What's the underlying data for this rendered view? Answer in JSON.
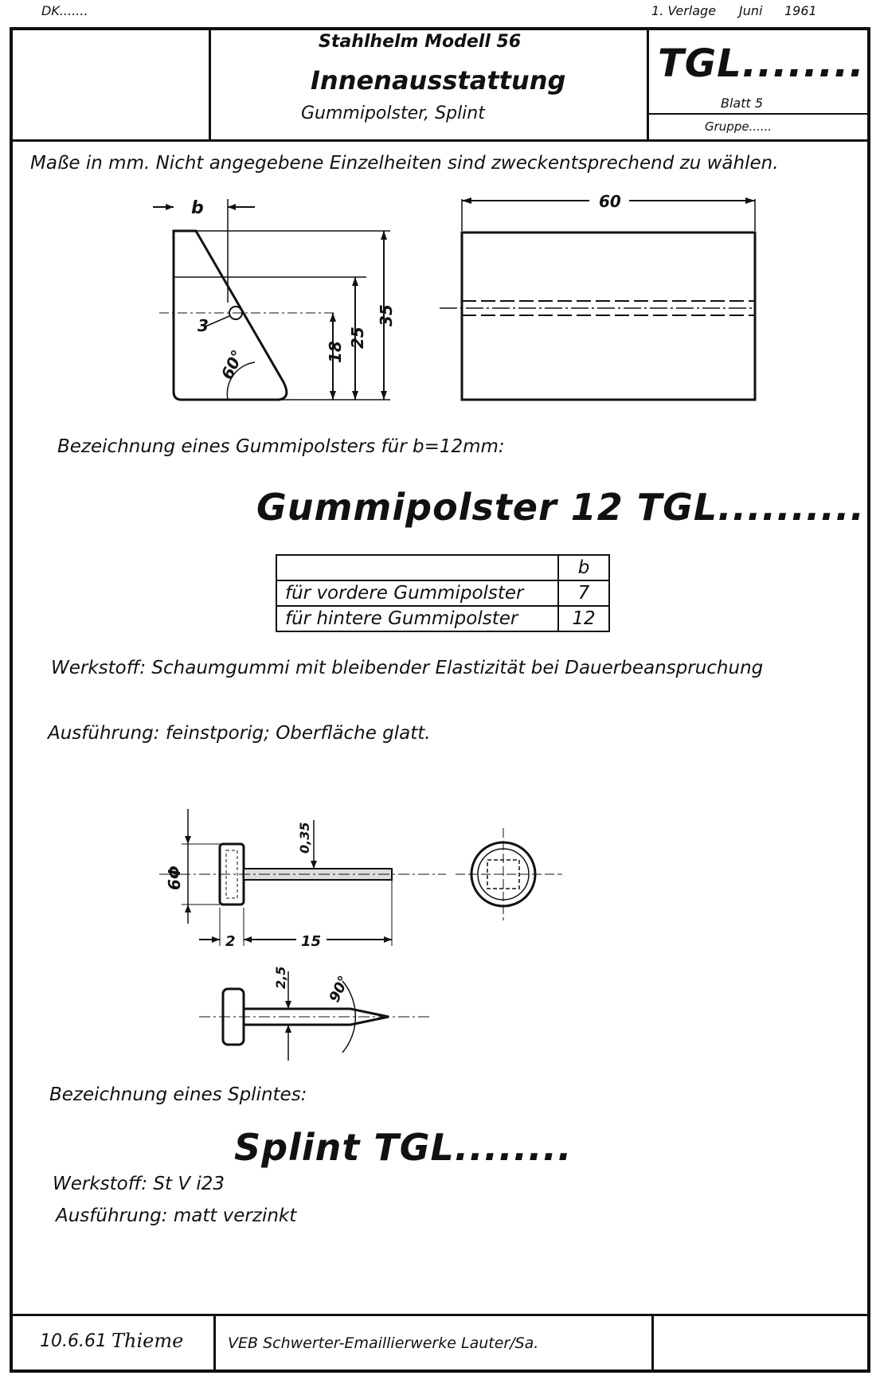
{
  "top": {
    "dk": "DK.......",
    "verlage": "1. Verlage",
    "month": "Juni",
    "year": "1961"
  },
  "header": {
    "model": "Stahlhelm Modell 56",
    "title": "Innenausstattung",
    "subtitle": "Gummipolster, Splint",
    "tgl": "TGL........",
    "blatt": "Blatt 5",
    "gruppe": "Gruppe......"
  },
  "note": "Maße in mm. Nicht angegebene Einzelheiten sind zweckentsprechend zu wählen.",
  "drawing1": {
    "dim_b": "b",
    "dim_60": "60",
    "dim_3": "3",
    "dim_60deg": "60°",
    "dim_18": "18",
    "dim_25": "25",
    "dim_35": "35"
  },
  "designation1_label": "Bezeichnung eines Gummipolsters für b=12mm:",
  "designation1_big": "Gummipolster 12 TGL..........",
  "table": {
    "header": "b",
    "rows": [
      {
        "label": "für vordere Gummipolster",
        "value": "7"
      },
      {
        "label": "für hintere Gummipolster",
        "value": "12"
      }
    ]
  },
  "werkstoff1": "Werkstoff: Schaumgummi mit bleibender Elastizität bei Dauerbeanspruchung",
  "ausfuehrung1": "Ausführung: feinstporig; Oberfläche glatt.",
  "drawing2": {
    "dim_6": "6Φ",
    "dim_035": "0,35",
    "dim_2": "2",
    "dim_15": "15",
    "dim_25": "2,5",
    "dim_90": "90°"
  },
  "designation2_label": "Bezeichnung eines Splintes:",
  "designation2_big": "Splint TGL........",
  "werkstoff2": "Werkstoff: St V i23",
  "ausfuehrung2": "Ausführung: matt verzinkt",
  "footer": {
    "date": "10.6.61",
    "signature": "Thieme",
    "company": "VEB Schwerter-Emaillierwerke Lauter/Sa."
  }
}
